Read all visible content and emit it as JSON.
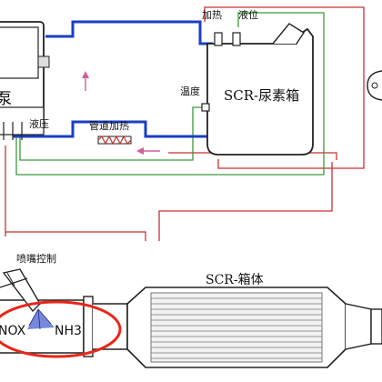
{
  "labels": {
    "pump_box_text": "泵",
    "hydraulic": "液压",
    "heating": "加热",
    "level": "液位",
    "temperature": "温度",
    "tank_title": "SCR-尿素箱",
    "pipe_heating": "管道加热",
    "nozzle_control": "喷嘴控制",
    "scr_box_title": "SCR-箱体",
    "nox": "NOX",
    "nh3": "NH3"
  },
  "colors": {
    "return_line": "#1a3fc4",
    "flow_arrow": "#d0609a",
    "signal_green": "#3a9a3a",
    "signal_red": "#c83232",
    "highlight_oval": "#e8261a",
    "mist": "#4a5fd0"
  },
  "icons": [
    "arrow-up-icon",
    "arrow-left-icon",
    "heater-coil-icon",
    "urea-mist-icon",
    "nozzle-icon"
  ]
}
